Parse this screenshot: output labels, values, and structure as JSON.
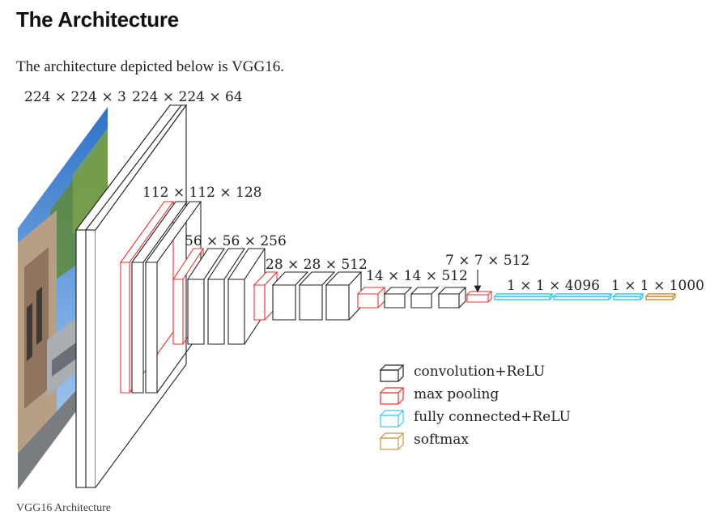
{
  "page": {
    "title": "The Architecture",
    "intro": "The architecture depicted below is VGG16.",
    "caption": "VGG16 Architecture"
  },
  "diagram": {
    "dimension_labels": [
      "224 × 224 × 3",
      "224 × 224 × 64",
      "112 × 112 × 128",
      "56 × 56 × 256",
      "28 × 28 × 512",
      "14 × 14 × 512",
      "7 × 7 × 512",
      "1 × 1 × 4096",
      "1 × 1 × 1000"
    ],
    "legend": [
      {
        "label": "convolution+ReLU",
        "color": "#222222"
      },
      {
        "label": "max pooling",
        "color": "#e8322f"
      },
      {
        "label": "fully connected+ReLU",
        "color": "#38c8ea"
      },
      {
        "label": "softmax",
        "color": "#c8963c"
      }
    ],
    "layer_colors": {
      "conv": "#222222",
      "pool": "#e8322f",
      "fc": "#38c8ea",
      "softmax": "#c8963c"
    },
    "input_image_icon": "street-photo-icon"
  }
}
